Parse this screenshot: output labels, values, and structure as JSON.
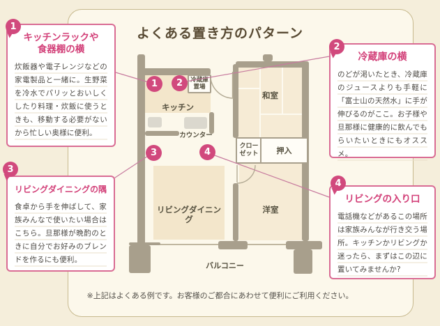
{
  "title": "よくある置き方のパターン",
  "note": "※上記はよくある例です。お客様のご都合にあわせて便利にご利用ください。",
  "callouts": [
    {
      "number": "1",
      "title_lines": [
        "キッチンラックや",
        "食器棚の横"
      ],
      "body": "炊飯器や電子レンジなどの家電製品と一緒に。生野菜を冷水でパリッとおいしくしたり料理・炊飯に使うときも、移動する必要がないから忙しい奥様に便利。"
    },
    {
      "number": "2",
      "title_lines": [
        "冷蔵庫の横"
      ],
      "body": "のどが渇いたとき、冷蔵庫のジュースよりも手軽に「富士山の天然水」に手が伸びるのがここ。お子様や旦那様に健康的に飲んでもらいたいときにもオススメ。"
    },
    {
      "number": "3",
      "title_lines": [
        "リビングダイニングの隅"
      ],
      "body": "食卓から手を伸ばして、家族みんなで使いたい場合はこちら。旦那様が晩酌のときに自分でお好みのブレンドを作るにも便利。"
    },
    {
      "number": "4",
      "title_lines": [
        "リビングの入り口"
      ],
      "body": "電話機などがあるこの場所は家族みんなが行き交う場所。キッチンかリビングか迷ったら、まずはこの辺に置いてみませんか?"
    }
  ],
  "floorplan": {
    "markers": [
      "1",
      "2",
      "3",
      "4"
    ],
    "rooms": {
      "kitchen": "キッチン",
      "fridge_lines": [
        "冷蔵庫",
        "置場"
      ],
      "counter": "カウンター",
      "washitsu": "和室",
      "oshiire": "押入",
      "closet_lines": [
        "クロー",
        "ゼット"
      ],
      "living": "リビングダイニング",
      "yoshitsu": "洋室",
      "balcony": "バルコニー"
    }
  },
  "colors": {
    "accent_pink": "#d1497d",
    "border_pink": "#d96b93",
    "title_pink": "#d23f78",
    "connector_pink": "#c77b9e",
    "wall_gray": "#a89f8c",
    "room_beige": "#f6ebd5",
    "card_bg": "#fcf8eb",
    "page_bg": "#f5eedb",
    "title_brown": "#584a33"
  }
}
